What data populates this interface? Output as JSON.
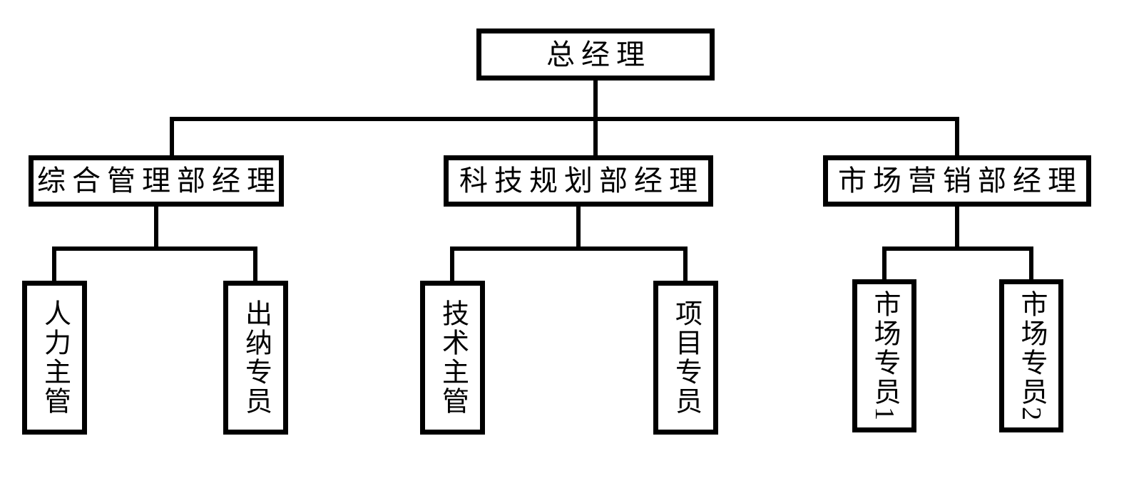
{
  "org_chart": {
    "title": "company-organization-chart",
    "colors": {
      "line": "#000000",
      "box_border": "#000000",
      "background": "#ffffff",
      "text": "#000000"
    },
    "root": {
      "label": "总经理"
    },
    "departments": [
      {
        "label": "综合管理部经理",
        "children": [
          {
            "label": "人力主管"
          },
          {
            "label": "出纳专员"
          }
        ]
      },
      {
        "label": "科技规划部经理",
        "children": [
          {
            "label": "技术主管"
          },
          {
            "label": "项目专员"
          }
        ]
      },
      {
        "label": "市场营销部经理",
        "children": [
          {
            "label": "市场专员1"
          },
          {
            "label": "市场专员2"
          }
        ]
      }
    ]
  }
}
